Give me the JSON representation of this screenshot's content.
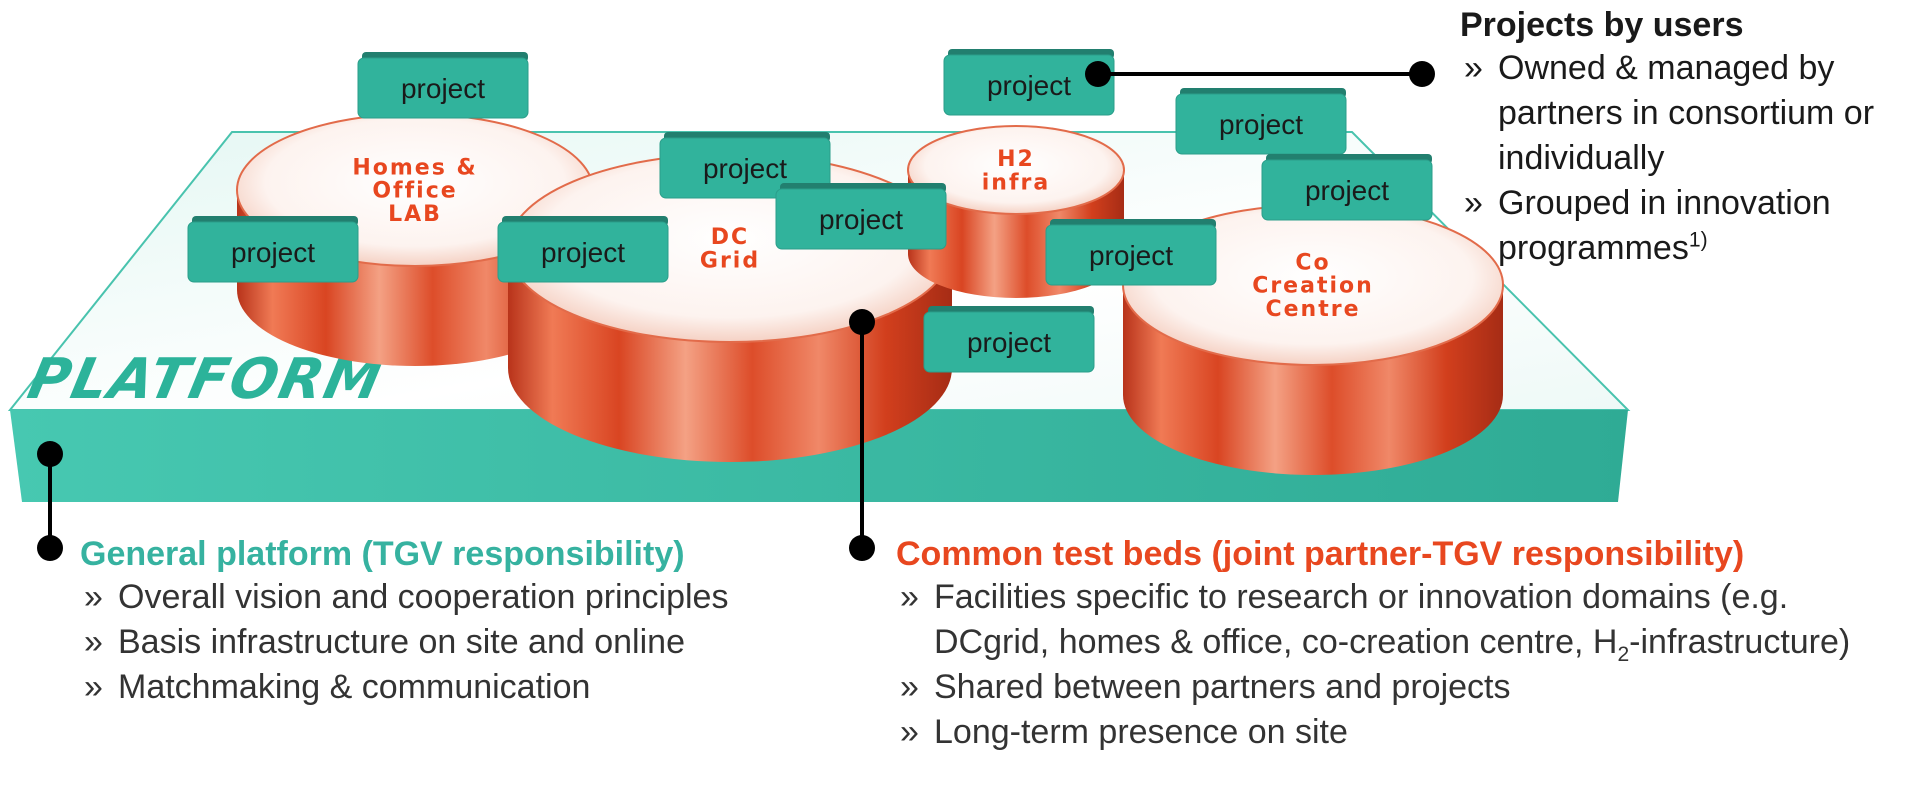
{
  "platform": {
    "label": "PLATFORM"
  },
  "testbeds": [
    {
      "id": "homes",
      "lines": [
        "Homes &",
        "Office",
        "LAB"
      ]
    },
    {
      "id": "dc",
      "lines": [
        "DC",
        "Grid"
      ]
    },
    {
      "id": "h2",
      "lines": [
        "H2",
        "infra"
      ]
    },
    {
      "id": "cocreation",
      "lines": [
        "Co",
        "Creation",
        "Centre"
      ]
    }
  ],
  "project_label": "project",
  "projects_by_users": {
    "title": "Projects by users",
    "bullets": [
      "Owned & managed by partners in consortium or individually",
      "Grouped in innovation programmes"
    ],
    "footnote_mark": "1)"
  },
  "general_platform": {
    "title": "General platform (TGV responsibility)",
    "bullets": [
      "Overall vision and cooperation principles",
      "Basis infrastructure on site and online",
      "Matchmaking & communication"
    ]
  },
  "common_testbeds": {
    "title": "Common test beds (joint partner-TGV responsibility)",
    "bullet1_part1": "Facilities specific to research or innovation domains (e.g. DCgrid, homes & office, co-creation centre, H",
    "bullet1_sub": "2",
    "bullet1_part2": "-infrastructure)",
    "bullets": [
      "Shared between partners and projects",
      "Long-term presence on site"
    ]
  },
  "colors": {
    "platform_teal": "#3dbfa9",
    "project_box": "#31b39c",
    "testbed_text": "#e8471f",
    "testbed_side": "#d8411e",
    "green_title": "#36b2a0",
    "red_title": "#e8471f"
  },
  "icons": [
    "connector-dot-icon",
    "chevron-bullet-icon"
  ]
}
